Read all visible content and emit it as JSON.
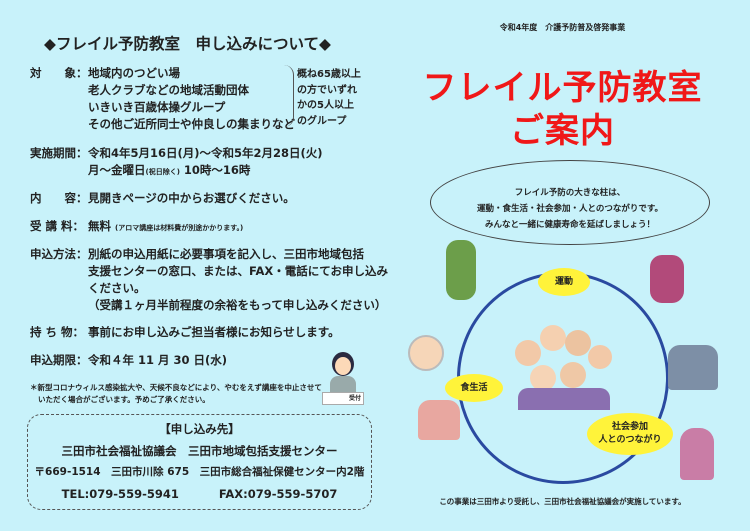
{
  "left": {
    "title": "◆フレイル予防教室　申し込みについて◆",
    "target": {
      "label": "対　　象：",
      "lines": [
        "地域内のつどい場",
        "老人クラブなどの地域活動団体",
        "いきいき百歳体操グループ",
        "その他ご近所同士や仲良しの集まりなど"
      ],
      "note": [
        "概ね65歳以上",
        "の方でいずれ",
        "かの5人以上",
        "のグループ"
      ]
    },
    "period": {
      "label": "実施期間：",
      "line1": "令和4年5月16日(月)～令和5年2月28日(火)",
      "line2a": "月～金曜日",
      "line2b": "(祝日除く)",
      "line2c": "10時～16時"
    },
    "content": {
      "label": "内　　容：",
      "value": "見開きページの中からお選びください。"
    },
    "fee": {
      "label": "受 講 料：",
      "value": "無料",
      "note": "(アロマ講座は材料費が別途かかります。)"
    },
    "method": {
      "label": "申込方法：",
      "lines": [
        "別紙の申込用紙に必要事項を記入し、三田市地域包括",
        "支援センターの窓口、または、FAX・電話にてお申し込み",
        "ください。",
        "（受講１ヶ月半前程度の余裕をもって申し込みください）"
      ]
    },
    "items": {
      "label": "持 ち 物：",
      "value": "事前にお申し込みご担当者様にお知らせします。"
    },
    "deadline": {
      "label": "申込期限：",
      "value": "令和４年 11 月 30 日(水)"
    },
    "notice": [
      "＊新型コロナウィルス感染拡大や、天候不良などにより、やむをえず講座を中止させて",
      "いただく場合がございます。予めご了承ください。"
    ],
    "reception_sign": "受付",
    "contact": {
      "heading": "【申し込み先】",
      "org": "三田市社会福祉協議会　三田市地域包括支援センター",
      "address": "〒669-1514　三田市川除 675　三田市総合福祉保健センター内2階",
      "tel": "TEL:079-559-5941",
      "fax": "FAX:079-559-5707"
    }
  },
  "right": {
    "header": "令和4年度　介護予防普及啓発事業",
    "title1": "フレイル予防教室",
    "title2": "ご案内",
    "cloud": [
      "フレイル予防の大きな柱は、",
      "運動・食生活・社会参加・人とのつながりです。",
      "みんなと一緒に健康寿命を延ばしましょう！"
    ],
    "tags": {
      "exercise": "運動",
      "diet": "食生活",
      "social1": "社会参加",
      "social2": "人とのつながり"
    },
    "footer": "この事業は三田市より受託し、三田市社会福祉協議会が実施しています。"
  },
  "colors": {
    "background": "#c8f2fa",
    "title_red": "#f01818",
    "tag_yellow": "#fff33a",
    "ring": "#2a4aa0"
  }
}
